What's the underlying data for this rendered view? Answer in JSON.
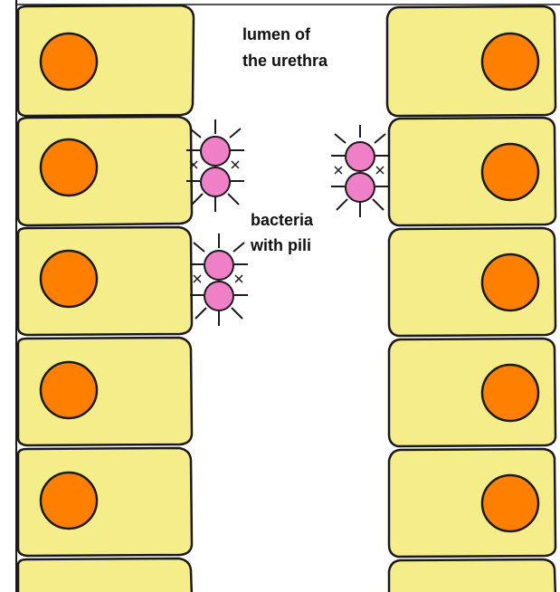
{
  "labels": {
    "lumen_line1": "lumen of",
    "lumen_line2": "the urethra",
    "bacteria_line1": "bacteria",
    "bacteria_line2": "with pili"
  },
  "colors": {
    "cell_fill": "#f5ec8a",
    "nucleus_fill": "#ff7f00",
    "bacterium_fill": "#ef7fc6",
    "outline": "#1a1a1a",
    "background": "#ffffff"
  },
  "left_cells": [
    {
      "name": "left-cell-1"
    },
    {
      "name": "left-cell-2"
    },
    {
      "name": "left-cell-3"
    },
    {
      "name": "left-cell-4"
    },
    {
      "name": "left-cell-5"
    },
    {
      "name": "left-cell-6"
    }
  ],
  "right_cells": [
    {
      "name": "right-cell-1"
    },
    {
      "name": "right-cell-2"
    },
    {
      "name": "right-cell-3"
    },
    {
      "name": "right-cell-4"
    },
    {
      "name": "right-cell-5"
    },
    {
      "name": "right-cell-6"
    }
  ],
  "bacteria": [
    {
      "name": "bacterium-pair-upper-left"
    },
    {
      "name": "bacterium-pair-upper-right"
    },
    {
      "name": "bacterium-pair-lower-left"
    }
  ]
}
